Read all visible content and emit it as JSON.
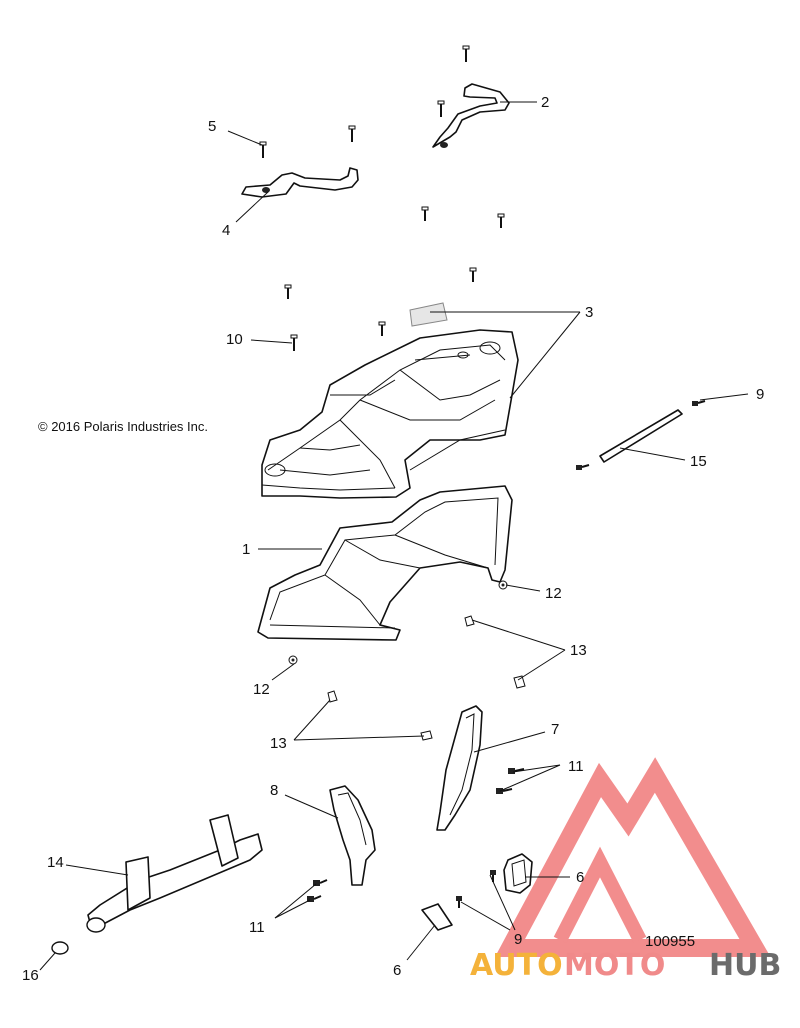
{
  "copyright": "© 2016 Polaris Industries Inc.",
  "figure_number": "100955",
  "watermark": {
    "text_auto": "AUTO",
    "text_moto": "MOTO",
    "text_hub": "HUB",
    "color_auto": "#f4b23a",
    "color_moto": "#f08a8a",
    "color_hub": "#6b6b6b",
    "logo_color": "#f07a7a"
  },
  "callouts": {
    "c1": "1",
    "c2": "2",
    "c3": "3",
    "c4": "4",
    "c5": "5",
    "c6a": "6",
    "c6b": "6",
    "c7": "7",
    "c8": "8",
    "c9a": "9",
    "c9b": "9",
    "c10": "10",
    "c11a": "11",
    "c11b": "11",
    "c12a": "12",
    "c12b": "12",
    "c13a": "13",
    "c13b": "13",
    "c14": "14",
    "c15": "15",
    "c16": "16"
  }
}
